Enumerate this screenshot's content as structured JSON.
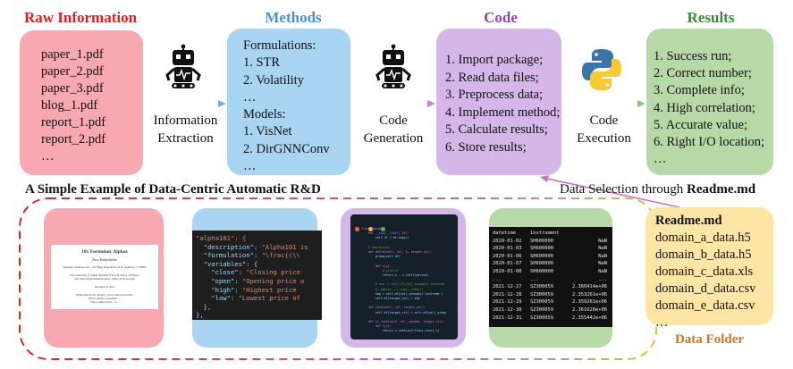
{
  "columns": {
    "raw": {
      "title": "Raw Information",
      "color": "#e02020",
      "items": [
        "paper_1.pdf",
        "paper_2.pdf",
        "paper_3.pdf",
        "blog_1.pdf",
        "report_1.pdf",
        "report_2.pdf",
        "…"
      ]
    },
    "methods": {
      "title": "Methods",
      "color": "#4a90d0",
      "items": [
        "Formulations:",
        "1. STR",
        "2. Volatility",
        "…",
        "Models:",
        "1. VisNet",
        "2. DirGNNConv",
        "…"
      ]
    },
    "code": {
      "title": "Code",
      "color": "#8e44ad",
      "items": [
        "1. Import package;",
        "2. Read data files;",
        "3. Preprocess data;",
        "4. Implement method;",
        "5. Calculate results;",
        "6. Store results;"
      ]
    },
    "results": {
      "title": "Results",
      "color": "#3a8a3a",
      "items": [
        "1. Success run;",
        "2. Correct number;",
        "3. Complete info;",
        "4. High correlation;",
        "5. Accurate value;",
        "6. Right I/O location;",
        "…"
      ]
    }
  },
  "steps": {
    "extraction": [
      "Information",
      "Extraction"
    ],
    "generation": [
      "Code",
      "Generation"
    ],
    "execution": [
      "Code",
      "Execution"
    ]
  },
  "example_title": "A Simple Example of Data-Centric Automatic R&D",
  "data_selection": {
    "prefix": "Data Selection through ",
    "bold": "Readme.md"
  },
  "data_folder": {
    "title": "Data Folder",
    "heading": "Readme.md",
    "items": [
      "domain_a_data.h5",
      "domain_b_data.h5",
      "domain_c_data.xls",
      "domain_d_data.csv",
      "domain_e_data.csv",
      "…"
    ]
  },
  "paper_thumb": {
    "title": "101 Formulaic Alphas",
    "author": "Zura Kakushadze",
    "lines": [
      "Quantigic Solutions LLC, 1127 High Ridge Road, #135, Stamford, CT 06905",
      "Free University of Tbilisi, Business School & School of Physics",
      "240, David Agmashenebeli Alley, Tbilisi, 0159, Georgia",
      "December 9, 2015",
      "Dedicated to the memory of my beloved mother",
      "Rose's Dollys beautiful, ...",
      "Shes a dark shine... a..."
    ]
  },
  "json_thumb": {
    "lines": [
      [
        {
          "t": "\"alpha101\": {",
          "c": "#ce9178"
        }
      ],
      [
        {
          "t": "  \"description\": ",
          "c": "#9cdcfe"
        },
        {
          "t": "\"Alpha101 is",
          "c": "#ce9178"
        }
      ],
      [
        {
          "t": "  \"formulation\": ",
          "c": "#9cdcfe"
        },
        {
          "t": "\"\\frac{(\\\\",
          "c": "#ce9178"
        }
      ],
      [
        {
          "t": "  \"variables\": {",
          "c": "#9cdcfe"
        }
      ],
      [
        {
          "t": "    \"close\": ",
          "c": "#9cdcfe"
        },
        {
          "t": "\"Closing price",
          "c": "#ce9178"
        }
      ],
      [
        {
          "t": "    \"open\": ",
          "c": "#9cdcfe"
        },
        {
          "t": "\"Opening price o",
          "c": "#ce9178"
        }
      ],
      [
        {
          "t": "    \"high\": ",
          "c": "#9cdcfe"
        },
        {
          "t": "\"Highest price",
          "c": "#ce9178"
        }
      ],
      [
        {
          "t": "    \"low\": ",
          "c": "#9cdcfe"
        },
        {
          "t": "\"Lowest price of",
          "c": "#ce9178"
        }
      ],
      [
        {
          "t": "  },",
          "c": "#d4d4d4"
        }
      ],
      [
        {
          "t": "},",
          "c": "#d4d4d4"
        }
      ]
    ]
  },
  "code_thumb": {
    "lines": [
      "class DataDev:",
      "    def __init__(self, df):",
      "        self.df = df.copy()",
      "",
      "    # operations",
      "    def delta(self, col, k, target_col):",
      "        group(self.df)",
      "",
      "        def f(x):",
      "            # prev(x)",
      "            return x - x.shift(period)",
      "",
      "        # new -> self.df[col].groupby(\"instrume",
      "        # .apply(...).sum().reset()",
      "        tmp = self.df[col].groupby('instrume')",
      "        self.df[target_col] = tmp",
      "",
      "    def rank(self, col, target_col):",
      "        self.df[target_col] = self.df[col].group",
      "",
      "    def ts_rank(self, col, window, target_col):",
      "        def f(x):",
      "            return x.rank(pct=True).iloc[-1]"
    ]
  },
  "df_thumb": {
    "header": [
      "datetime",
      "instrument",
      ""
    ],
    "rows": [
      [
        "2020-01-02",
        "SH600000",
        "NaN"
      ],
      [
        "2020-01-03",
        "SH600000",
        "NaN"
      ],
      [
        "2020-01-06",
        "SH600000",
        "NaN"
      ],
      [
        "2020-01-07",
        "SH600000",
        "NaN"
      ],
      [
        "2020-01-08",
        "SH600000",
        "NaN"
      ],
      [
        "...",
        "...",
        "..."
      ],
      [
        "2021-12-27",
        "SZ300059",
        "2.360414e+06"
      ],
      [
        "2021-12-28",
        "SZ300059",
        "2.353261e+06"
      ],
      [
        "2021-12-29",
        "SZ300059",
        "2.359261e+06"
      ],
      [
        "2021-12-30",
        "SZ300059",
        "2.361620e+06"
      ],
      [
        "2021-12-31",
        "SZ300059",
        "2.355442e+06"
      ]
    ]
  },
  "icons": [
    "robot-icon",
    "robot-icon",
    "python-icon"
  ]
}
